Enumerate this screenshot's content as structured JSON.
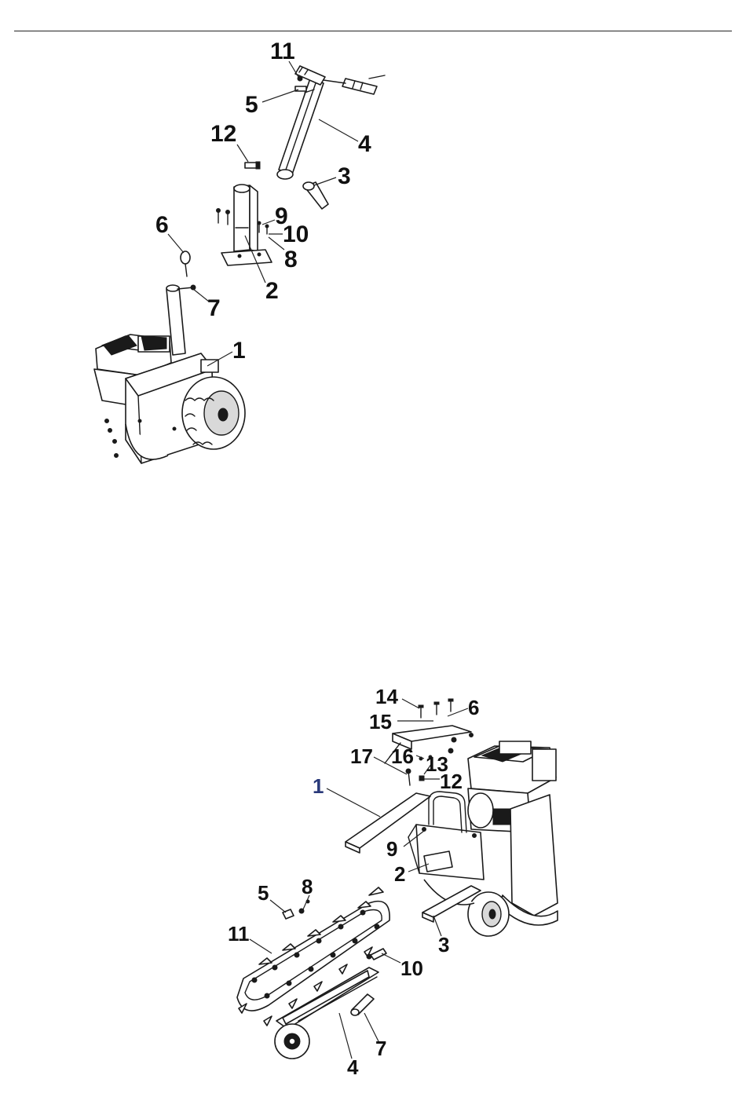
{
  "top_assembly": {
    "callouts": [
      {
        "id": "1",
        "text": "1"
      },
      {
        "id": "2",
        "text": "2"
      },
      {
        "id": "3",
        "text": "3"
      },
      {
        "id": "4",
        "text": "4"
      },
      {
        "id": "5",
        "text": "5"
      },
      {
        "id": "6",
        "text": "6"
      },
      {
        "id": "7",
        "text": "7"
      },
      {
        "id": "8",
        "text": "8"
      },
      {
        "id": "9",
        "text": "9"
      },
      {
        "id": "10",
        "text": "10"
      },
      {
        "id": "11",
        "text": "11"
      },
      {
        "id": "12",
        "text": "12"
      }
    ]
  },
  "bottom_assembly": {
    "callouts": [
      {
        "id": "1",
        "text": "1"
      },
      {
        "id": "2",
        "text": "2"
      },
      {
        "id": "3",
        "text": "3"
      },
      {
        "id": "4",
        "text": "4"
      },
      {
        "id": "5",
        "text": "5"
      },
      {
        "id": "6",
        "text": "6"
      },
      {
        "id": "7",
        "text": "7"
      },
      {
        "id": "8",
        "text": "8"
      },
      {
        "id": "9",
        "text": "9"
      },
      {
        "id": "10",
        "text": "10"
      },
      {
        "id": "11",
        "text": "11"
      },
      {
        "id": "12",
        "text": "12"
      },
      {
        "id": "13",
        "text": "13"
      },
      {
        "id": "14",
        "text": "14"
      },
      {
        "id": "15",
        "text": "15"
      },
      {
        "id": "16",
        "text": "16"
      },
      {
        "id": "17",
        "text": "17"
      }
    ],
    "label_color": "#1a1a1a",
    "accent_label_color": "#2a3a7a"
  }
}
